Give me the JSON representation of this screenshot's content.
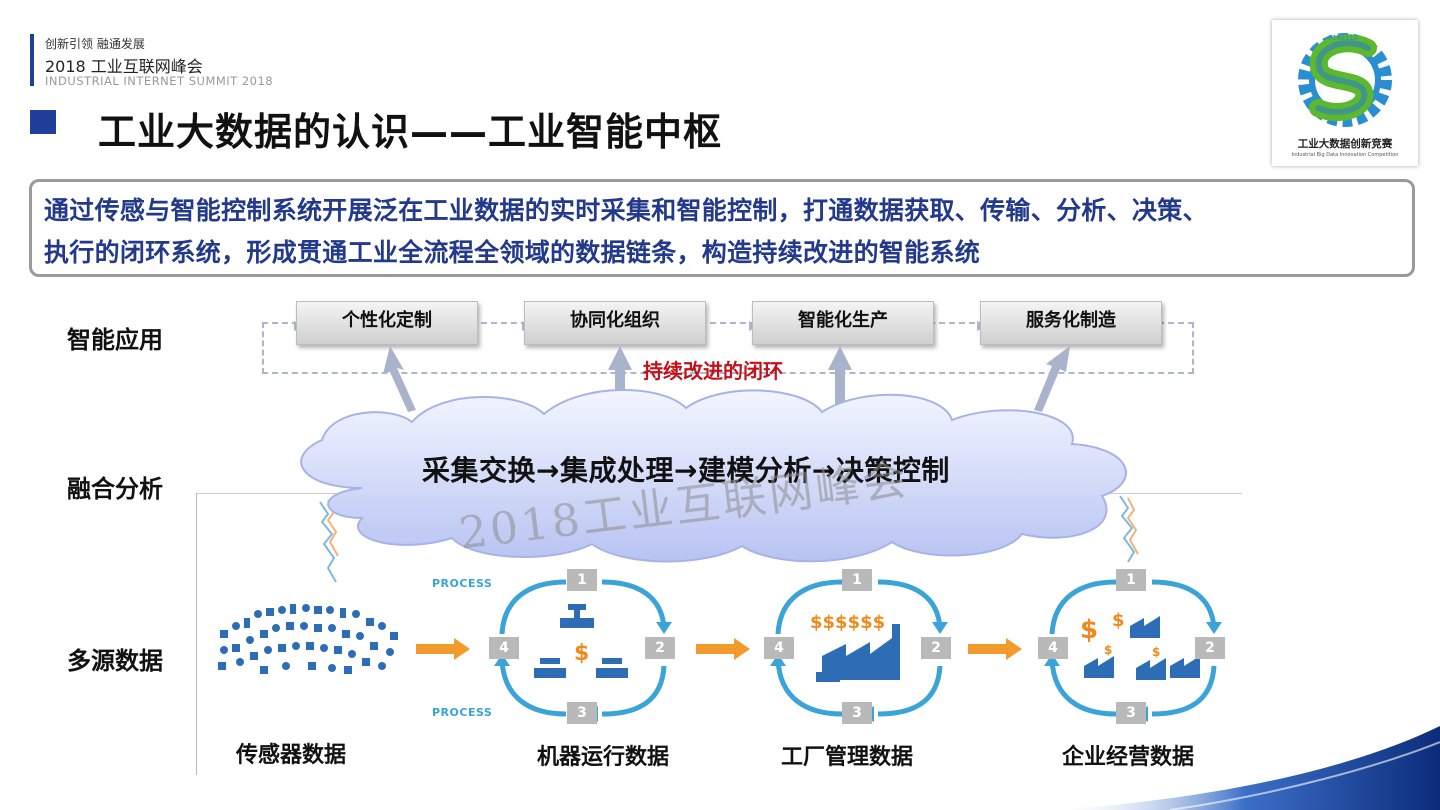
{
  "header": {
    "slogan": "创新引领 融通发展",
    "event_year_title": "2018 工业互联网峰会",
    "event_en": "INDUSTRIAL INTERNET SUMMIT 2018"
  },
  "page_title": "工业大数据的认识——工业智能中枢",
  "logo": {
    "caption": "工业大数据创新竞赛",
    "subcaption": "Industrial Big Data Innovation Competition"
  },
  "intro": {
    "line1": "通过传感与智能控制系统开展泛在工业数据的实时采集和智能控制，打通数据获取、传输、分析、决策、",
    "line2": "执行的闭环系统，形成贯通工业全流程全领域的数据链条，构造持续改进的智能系统"
  },
  "rows": {
    "application": "智能应用",
    "analysis": "融合分析",
    "sources": "多源数据"
  },
  "applications": [
    "个性化定制",
    "协同化组织",
    "智能化生产",
    "服务化制造"
  ],
  "loop_label": "持续改进的闭环",
  "pipeline": "采集交换→集成处理→建模分析→决策控制",
  "watermark": "2018工业互联网峰会",
  "process_word": "PROCESS",
  "cycle_numbers": [
    "1",
    "2",
    "3",
    "4"
  ],
  "data_sources": [
    "传感器数据",
    "机器运行数据",
    "工厂管理数据",
    "企业经营数据"
  ],
  "colors": {
    "brand_blue": "#1f3f9a",
    "intro_text": "#233a8c",
    "loop_red": "#c0121a",
    "cycle_blue": "#3aa3d8",
    "arrow_orange": "#f39a2c",
    "money_orange": "#f08a1c"
  }
}
